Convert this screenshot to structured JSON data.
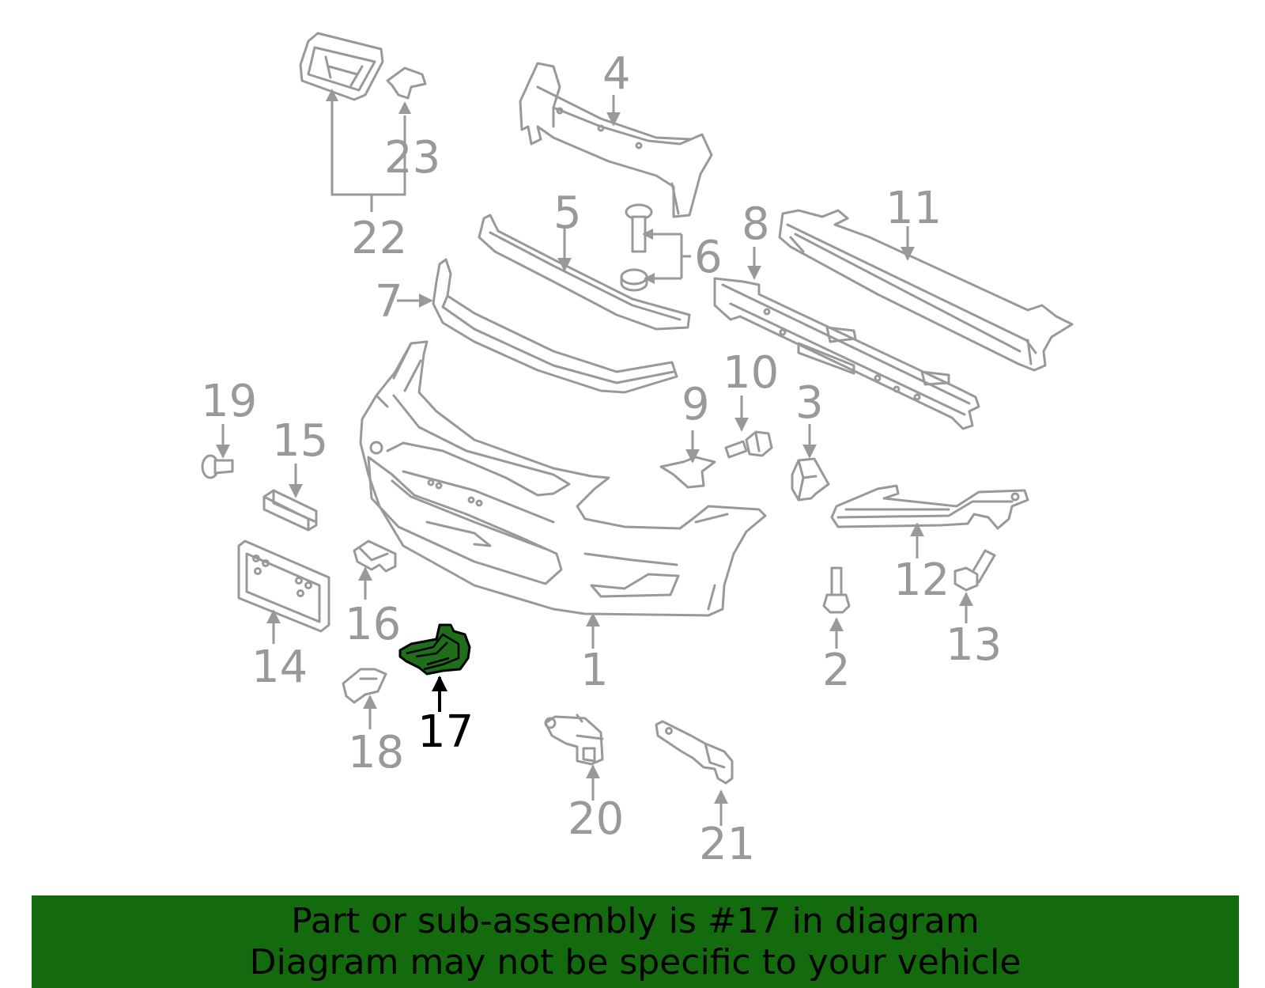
{
  "callouts": {
    "c1": "1",
    "c2": "2",
    "c3": "3",
    "c4": "4",
    "c5": "5",
    "c6": "6",
    "c7": "7",
    "c8": "8",
    "c9": "9",
    "c10": "10",
    "c11": "11",
    "c12": "12",
    "c13": "13",
    "c14": "14",
    "c15": "15",
    "c16": "16",
    "c17": "17",
    "c18": "18",
    "c19": "19",
    "c20": "20",
    "c21": "21",
    "c22": "22",
    "c23": "23"
  },
  "highlight": {
    "callout": "17",
    "color": "#1f6e1a"
  },
  "banner": {
    "line1": "Part or sub-assembly is #17 in diagram",
    "line2": "Diagram may not be specific to your vehicle",
    "background": "#136b0e"
  }
}
